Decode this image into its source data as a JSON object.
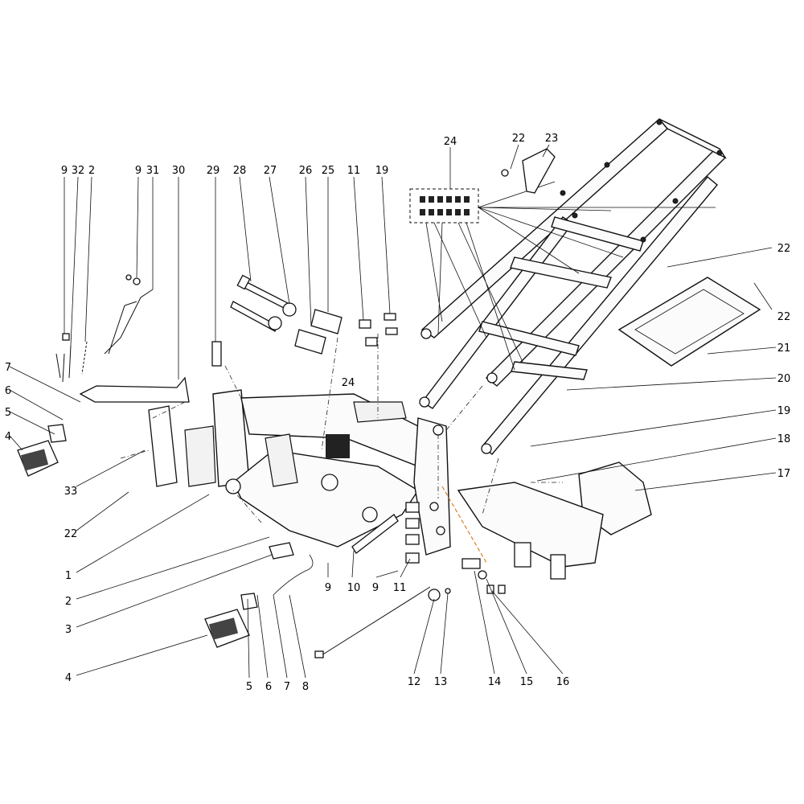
{
  "diagram": {
    "callouts": [
      {
        "id": "c-9a",
        "text": "9"
      },
      {
        "id": "c-32",
        "text": "32"
      },
      {
        "id": "c-2a",
        "text": "2"
      },
      {
        "id": "c-9b",
        "text": "9"
      },
      {
        "id": "c-31",
        "text": "31"
      },
      {
        "id": "c-30",
        "text": "30"
      },
      {
        "id": "c-29",
        "text": "29"
      },
      {
        "id": "c-28",
        "text": "28"
      },
      {
        "id": "c-27",
        "text": "27"
      },
      {
        "id": "c-26",
        "text": "26"
      },
      {
        "id": "c-25",
        "text": "25"
      },
      {
        "id": "c-11a",
        "text": "11"
      },
      {
        "id": "c-19a",
        "text": "19"
      },
      {
        "id": "c-24a",
        "text": "24"
      },
      {
        "id": "c-22a",
        "text": "22"
      },
      {
        "id": "c-23",
        "text": "23"
      },
      {
        "id": "c-22b",
        "text": "22"
      },
      {
        "id": "c-22c",
        "text": "22"
      },
      {
        "id": "c-21",
        "text": "21"
      },
      {
        "id": "c-20",
        "text": "20"
      },
      {
        "id": "c-19b",
        "text": "19"
      },
      {
        "id": "c-18",
        "text": "18"
      },
      {
        "id": "c-17",
        "text": "17"
      },
      {
        "id": "c-7a",
        "text": "7"
      },
      {
        "id": "c-6a",
        "text": "6"
      },
      {
        "id": "c-5a",
        "text": "5"
      },
      {
        "id": "c-4a",
        "text": "4"
      },
      {
        "id": "c-33",
        "text": "33"
      },
      {
        "id": "c-22d",
        "text": "22"
      },
      {
        "id": "c-24b",
        "text": "24"
      },
      {
        "id": "c-1",
        "text": "1"
      },
      {
        "id": "c-2b",
        "text": "2"
      },
      {
        "id": "c-3",
        "text": "3"
      },
      {
        "id": "c-4b",
        "text": "4"
      },
      {
        "id": "c-9c",
        "text": "9"
      },
      {
        "id": "c-10",
        "text": "10"
      },
      {
        "id": "c-9d",
        "text": "9"
      },
      {
        "id": "c-11b",
        "text": "11"
      },
      {
        "id": "c-5b",
        "text": "5"
      },
      {
        "id": "c-6b",
        "text": "6"
      },
      {
        "id": "c-7b",
        "text": "7"
      },
      {
        "id": "c-8",
        "text": "8"
      },
      {
        "id": "c-12",
        "text": "12"
      },
      {
        "id": "c-13",
        "text": "13"
      },
      {
        "id": "c-14",
        "text": "14"
      },
      {
        "id": "c-15",
        "text": "15"
      },
      {
        "id": "c-16",
        "text": "16"
      }
    ]
  }
}
